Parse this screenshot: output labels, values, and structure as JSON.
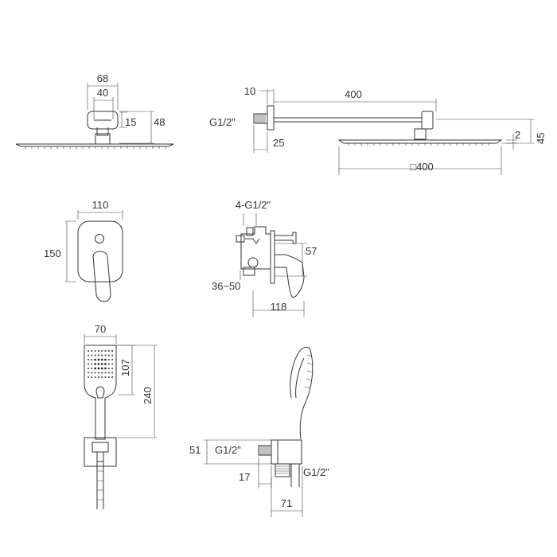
{
  "colors": {
    "line": "#333333",
    "background": "#ffffff"
  },
  "shower_head_front": {
    "width_outer": "68",
    "width_inner": "40",
    "arm_height": "15",
    "total_height": "48"
  },
  "shower_head_side": {
    "inlet_thread": "G1/2\"",
    "flange": "10",
    "arm_length": "400",
    "inlet_depth": "25",
    "plate_thickness": "2",
    "head_height": "45",
    "plate_size": "□400"
  },
  "mixer_front": {
    "width": "110",
    "height": "150"
  },
  "mixer_side": {
    "outlets": "4-G1/2\"",
    "depth": "57",
    "wall_range": "36~50",
    "total_depth": "118"
  },
  "hand_shower": {
    "head_width": "70",
    "head_length": "107",
    "total_length": "240"
  },
  "wall_outlet": {
    "height": "51",
    "inlet_thread": "G1/2\"",
    "inlet_length": "17",
    "outlet_thread": "G1/2\"",
    "depth": "71"
  }
}
